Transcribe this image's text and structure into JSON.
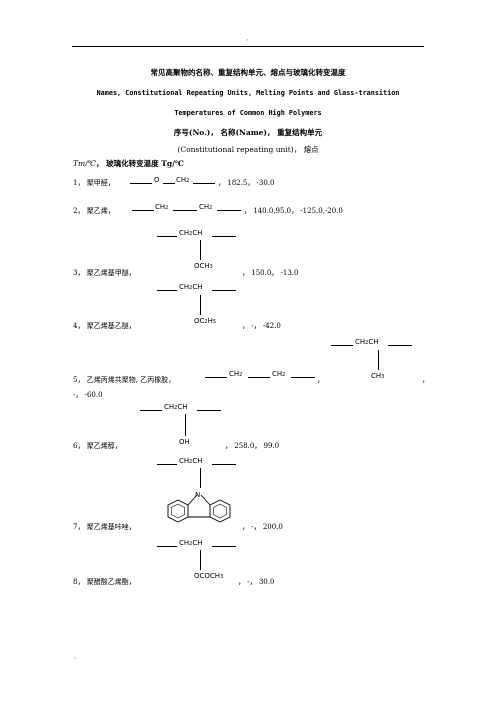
{
  "top_mark": "·",
  "bottom_mark": "·",
  "title_cn": "常见高聚物的名称、重复结构单元、熔点与玻璃化转变温度",
  "title_en_1": "Names, Constitutional Repeating Units, Melting Points and Glass-transition",
  "title_en_2": "Temperatures of Common High Polymers",
  "header": {
    "line1": "序号(No.)， 名称(Name)， 重复结构单元",
    "line2": "(Constitutional repeating unit)， 熔点",
    "line3_tm": "Tm/℃",
    "line3_tg": "， 玻璃化转变温度 Tg/℃"
  },
  "entries": [
    {
      "index": "1",
      "name": "聚甲醛",
      "units": [
        "O",
        "CH2"
      ],
      "values": "182.5， -30.0"
    },
    {
      "index": "2",
      "name": "聚乙烯",
      "units": [
        "CH2",
        "CH2"
      ],
      "values": "140.0,95.0， -125.0,-20.0"
    },
    {
      "index": "3",
      "name": "聚乙烯基甲醚",
      "backbone": "CH2CH",
      "pendant": "OCH3",
      "values": "150.0， -13.0"
    },
    {
      "index": "4",
      "name": "聚乙烯基乙醚",
      "backbone": "CH2CH",
      "pendant": "OC2H5",
      "values": "-， -42.0"
    },
    {
      "index": "5",
      "name": "乙烯丙烯共聚物, 乙丙橡胶",
      "units": [
        "CH2",
        "CH2"
      ],
      "backbone": "CH2CH",
      "pendant": "CH3",
      "values": "-， -60.0"
    },
    {
      "index": "6",
      "name": "聚乙烯醇",
      "backbone": "CH2CH",
      "pendant": "OH",
      "values": "258.0， 99.0"
    },
    {
      "index": "7",
      "name": "聚乙烯基咔唑",
      "backbone": "CH2CH",
      "pendant": "N",
      "values": "-， 200.0"
    },
    {
      "index": "8",
      "name": "聚醋酸乙烯酯",
      "backbone": "CH2CH",
      "pendant": "OCOCH3",
      "values": "-， 30.0"
    }
  ]
}
